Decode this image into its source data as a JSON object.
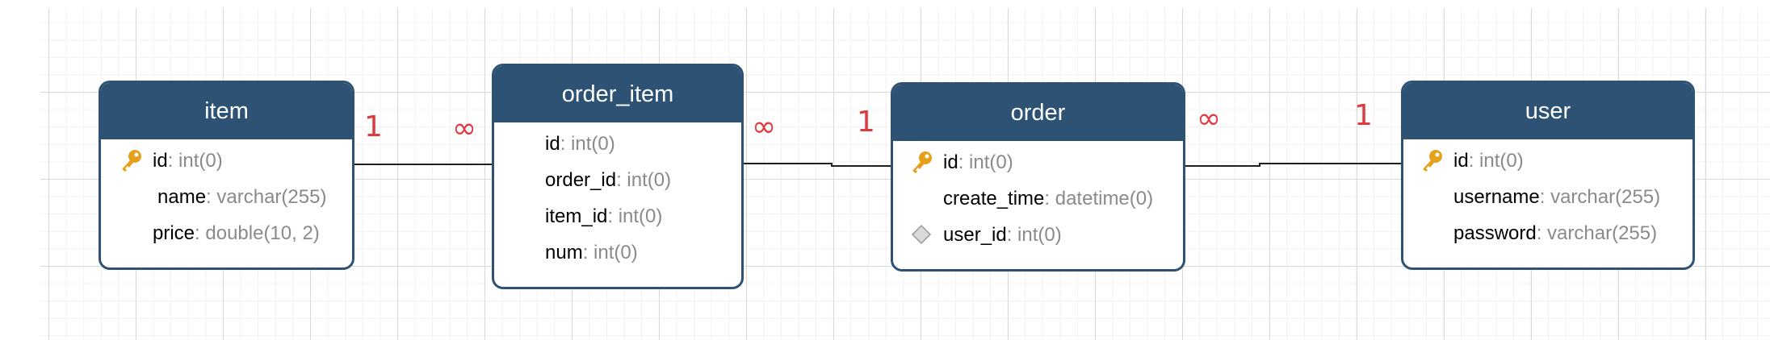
{
  "tables": [
    {
      "id": "item",
      "title": "item",
      "fields": [
        {
          "name": "id",
          "type": ": int(0)",
          "icon": "primary-key-icon"
        },
        {
          "name": "name",
          "type": ": varchar(255)",
          "icon": ""
        },
        {
          "name": "price",
          "type": ": double(10, 2)",
          "icon": ""
        }
      ]
    },
    {
      "id": "order_item",
      "title": "order_item",
      "fields": [
        {
          "name": "id",
          "type": ": int(0)",
          "icon": ""
        },
        {
          "name": "order_id",
          "type": ": int(0)",
          "icon": ""
        },
        {
          "name": "item_id",
          "type": ": int(0)",
          "icon": ""
        },
        {
          "name": "num",
          "type": ": int(0)",
          "icon": ""
        }
      ]
    },
    {
      "id": "order",
      "title": "order",
      "fields": [
        {
          "name": "id",
          "type": ": int(0)",
          "icon": "primary-key-icon"
        },
        {
          "name": "create_time",
          "type": ": datetime(0)",
          "icon": ""
        },
        {
          "name": "user_id",
          "type": ": int(0)",
          "icon": "foreign-key-icon"
        }
      ]
    },
    {
      "id": "user",
      "title": "user",
      "fields": [
        {
          "name": "id",
          "type": ": int(0)",
          "icon": "primary-key-icon"
        },
        {
          "name": "username",
          "type": ": varchar(255)",
          "icon": ""
        },
        {
          "name": "password",
          "type": ": varchar(255)",
          "icon": ""
        }
      ]
    }
  ],
  "relationships": [
    {
      "from": "item",
      "to": "order_item",
      "from_label": "1",
      "to_label": "∞"
    },
    {
      "from": "order_item",
      "to": "order",
      "from_label": "∞",
      "to_label": "1"
    },
    {
      "from": "order",
      "to": "user",
      "from_label": "∞",
      "to_label": "1"
    }
  ],
  "colors": {
    "header": "#2e5274",
    "label": "#e0393e",
    "type_text": "#8a8a8a",
    "key_icon": "#e6a11c"
  }
}
